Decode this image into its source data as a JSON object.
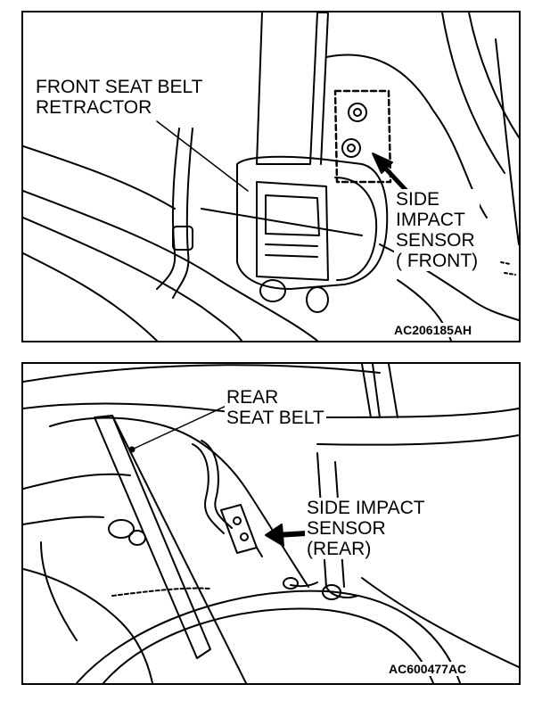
{
  "top_panel": {
    "label_retractor": "FRONT SEAT BELT\nRETRACTOR",
    "label_sensor": "SIDE\nIMPACT\nSENSOR\n( FRONT)",
    "figure_code": "AC206185AH"
  },
  "bottom_panel": {
    "label_belt": "REAR\nSEAT BELT",
    "label_sensor": "SIDE IMPACT\nSENSOR\n(REAR)",
    "figure_code": "AC600477AC"
  }
}
